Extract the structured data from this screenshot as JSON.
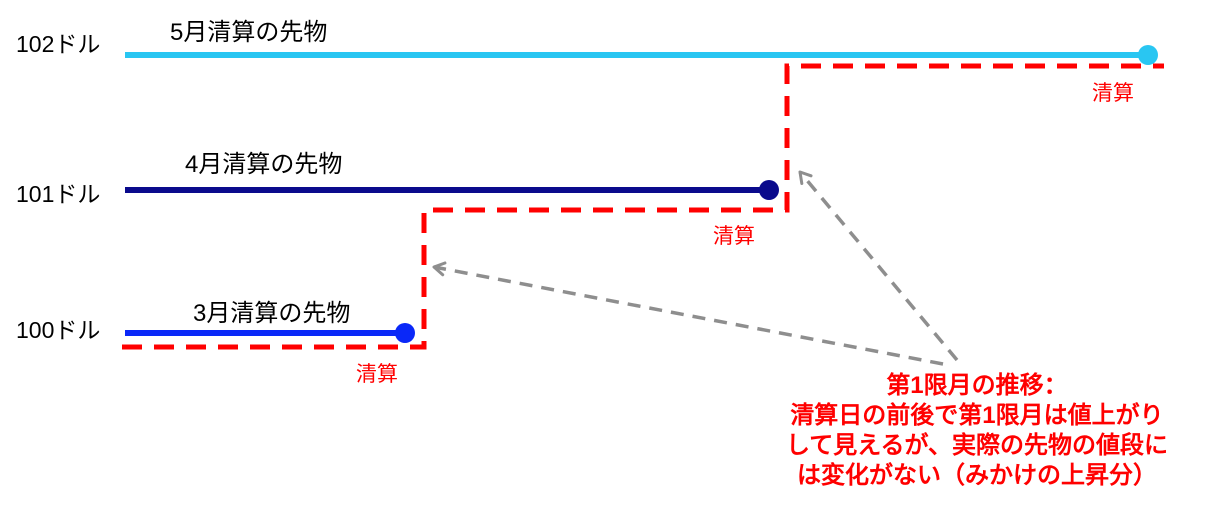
{
  "colors": {
    "may": "#29C6F2",
    "apr": "#0A0A8C",
    "mar": "#0A28F8",
    "red": "#FF0000",
    "gray": "#8E8E8E",
    "black": "#000000"
  },
  "rows": [
    {
      "price_label": "102ドル",
      "title": "5月清算の先物",
      "settlement_label": "清算"
    },
    {
      "price_label": "101ドル",
      "title": "4月清算の先物",
      "settlement_label": "清算"
    },
    {
      "price_label": "100ドル",
      "title": "3月清算の先物",
      "settlement_label": "清算"
    }
  ],
  "annotation": {
    "lines": [
      "第1限月の推移：",
      "清算日の前後で第1限月は値上がり",
      "して見えるが、実際の先物の値段に",
      "は変化がない（みかけの上昇分）"
    ]
  }
}
